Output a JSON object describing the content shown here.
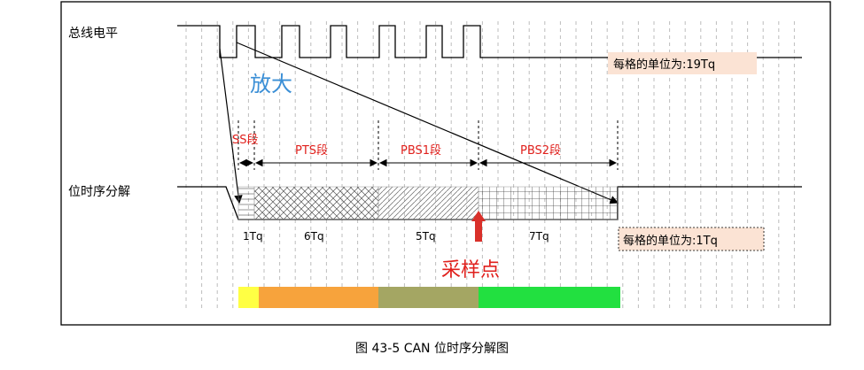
{
  "labels": {
    "bus_level": "总线电平",
    "bit_timing": "位时序分解",
    "zoom": "放大",
    "grid_unit_top": "每格的单位为:19Tq",
    "grid_unit_bottom": "每格的单位为:1Tq",
    "sample_point": "采样点"
  },
  "segments": [
    {
      "name": "SS段",
      "tq": "1Tq",
      "color": "#ffff44"
    },
    {
      "name": "PTS段",
      "tq": "6Tq",
      "color": "#f7a33c"
    },
    {
      "name": "PBS1段",
      "tq": "5Tq",
      "color": "#a4a663"
    },
    {
      "name": "PBS2段",
      "tq": "7Tq",
      "color": "#22e040"
    }
  ],
  "caption": "图 43-5 CAN 位时序分解图",
  "colors": {
    "zoom_text": "#3b8fd6",
    "segment_text": "#e0201c",
    "sample_text": "#e0201c",
    "arrow_red": "#d9302a",
    "unit_box_bg": "#fbe3d4"
  }
}
